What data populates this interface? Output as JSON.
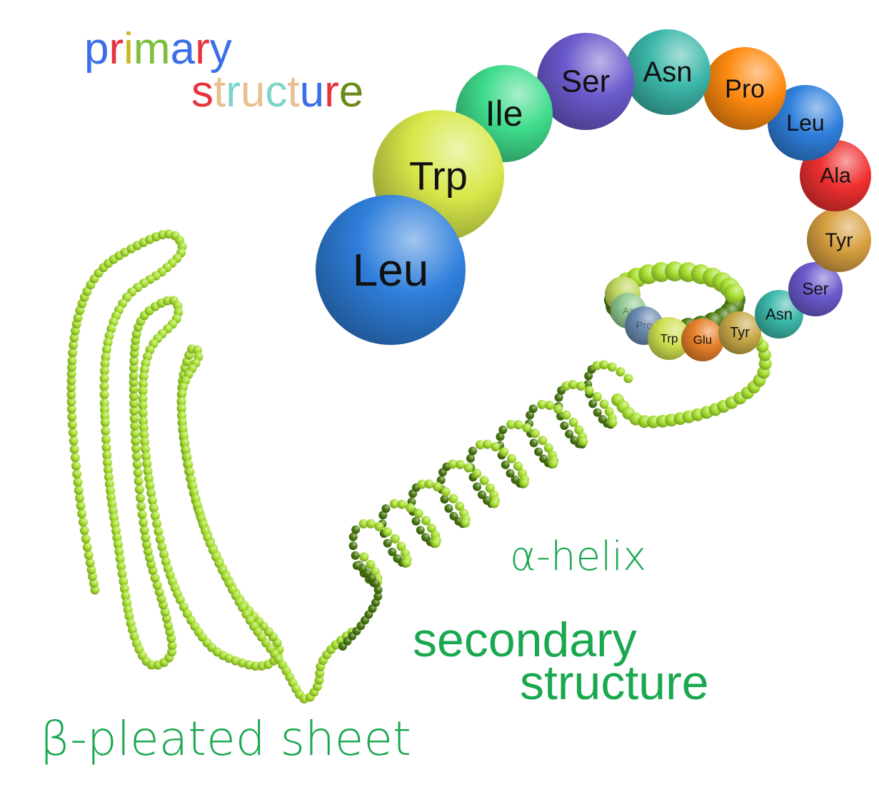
{
  "primary_structure": {
    "title_line1": "primary",
    "title_line2": "structure",
    "title_line1_colors": [
      "#3b6ee8",
      "#e8323c",
      "#c8b820",
      "#7bbf3c",
      "#3b6ee8",
      "#e8323c",
      "#3b6ee8"
    ],
    "title_line2_colors": [
      "#e8323c",
      "#e8c090",
      "#7fd4c8",
      "#e8c090",
      "#7fd4c8",
      "#e8c090",
      "#3b6ee8",
      "#e8323c",
      "#6a8a1a"
    ],
    "residues": [
      {
        "label": "Leu",
        "color": "#2f7fdc"
      },
      {
        "label": "Trp",
        "color": "#d8e84a"
      },
      {
        "label": "Ile",
        "color": "#3fdc8c"
      },
      {
        "label": "Ser",
        "color": "#6a5acd"
      },
      {
        "label": "Asn",
        "color": "#3cb8aa"
      },
      {
        "label": "Pro",
        "color": "#ff8a10"
      },
      {
        "label": "Leu",
        "color": "#2f7fdc"
      },
      {
        "label": "Ala",
        "color": "#f03030"
      },
      {
        "label": "Tyr",
        "color": "#d8a040"
      },
      {
        "label": "Ser",
        "color": "#6a5acd"
      },
      {
        "label": "Asn",
        "color": "#3cb8aa"
      },
      {
        "label": "Tyr",
        "color": "#c8a848"
      },
      {
        "label": "Glu",
        "color": "#e8802a"
      },
      {
        "label": "Trp",
        "color": "#d0e050"
      },
      {
        "label": "Pro",
        "color": "#6a8ab0"
      },
      {
        "label": "As",
        "color": "#90c890"
      },
      {
        "label": "",
        "color": "#c0d860"
      }
    ]
  },
  "secondary_structure": {
    "alpha_label": "α-helix",
    "title_line1": "secondary",
    "title_line2": "structure",
    "beta_label": "β-pleated sheet",
    "chain_color": "#a8e030",
    "chain_dark_color": "#4a7a10",
    "label_color": "#1aa84f"
  }
}
